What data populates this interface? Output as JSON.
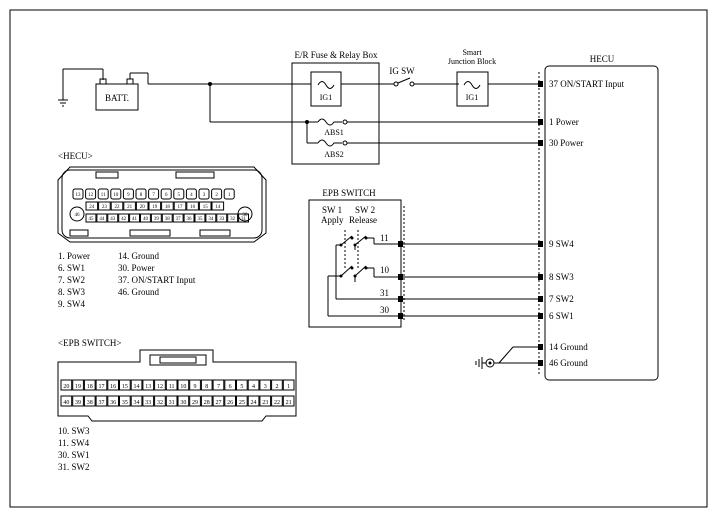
{
  "components": {
    "fuse_relay_box": "E/R Fuse & Relay Box",
    "smart_junction_block_line1": "Smart",
    "smart_junction_block_line2": "Junction Block",
    "hecu": "HECU",
    "battery": "BATT.",
    "ig_switch": "IG SW",
    "fuse_ig1_er": "IG1",
    "fuse_ig1_sjb": "IG1",
    "fuse_abs1": "ABS1",
    "fuse_abs2": "ABS2",
    "epb_switch": "EPB SWITCH",
    "sw1": "SW 1",
    "sw2": "SW 2",
    "apply": "Apply",
    "release": "Release"
  },
  "hecu_pins": [
    {
      "pin": "37",
      "label": "ON/START Input"
    },
    {
      "pin": "1",
      "label": "Power"
    },
    {
      "pin": "30",
      "label": "Power"
    },
    {
      "pin": "9",
      "label": "SW4"
    },
    {
      "pin": "8",
      "label": "SW3"
    },
    {
      "pin": "7",
      "label": "SW2"
    },
    {
      "pin": "6",
      "label": "SW1"
    },
    {
      "pin": "14",
      "label": "Ground"
    },
    {
      "pin": "46",
      "label": "Ground"
    }
  ],
  "epb_switch_pins": [
    "11",
    "10",
    "31",
    "30"
  ],
  "hecu_connector": {
    "title": "<HECU>",
    "row1": [
      "24",
      "23",
      "22",
      "21",
      "20",
      "19",
      "18",
      "17",
      "16",
      "15",
      "14",
      "13",
      "12",
      "11",
      "10",
      "9",
      "8",
      "7",
      "6",
      "5",
      "4",
      "3",
      "2",
      "1"
    ],
    "row2_large": [
      "46",
      "30"
    ],
    "row2": [
      "45",
      "44",
      "43",
      "42",
      "41",
      "40",
      "39",
      "38",
      "37",
      "36",
      "35",
      "34",
      "33",
      "32",
      "31"
    ],
    "legend_col1": [
      "1. Power",
      "6. SW1",
      "7. SW2",
      "8. SW3",
      "9. SW4"
    ],
    "legend_col2": [
      "14. Ground",
      "30. Power",
      "37. ON/START Input",
      "46. Ground"
    ]
  },
  "epb_connector": {
    "title": "<EPB SWITCH>",
    "row1": [
      "20",
      "19",
      "18",
      "17",
      "16",
      "15",
      "14",
      "13",
      "12",
      "11",
      "10",
      "9",
      "8",
      "7",
      "6",
      "5",
      "4",
      "3",
      "2",
      "1"
    ],
    "row2": [
      "40",
      "39",
      "38",
      "37",
      "36",
      "35",
      "34",
      "33",
      "32",
      "31",
      "30",
      "29",
      "28",
      "27",
      "26",
      "25",
      "24",
      "23",
      "22",
      "21"
    ],
    "legend": [
      "10. SW3",
      "11. SW4",
      "30. SW1",
      "31. SW2"
    ]
  }
}
